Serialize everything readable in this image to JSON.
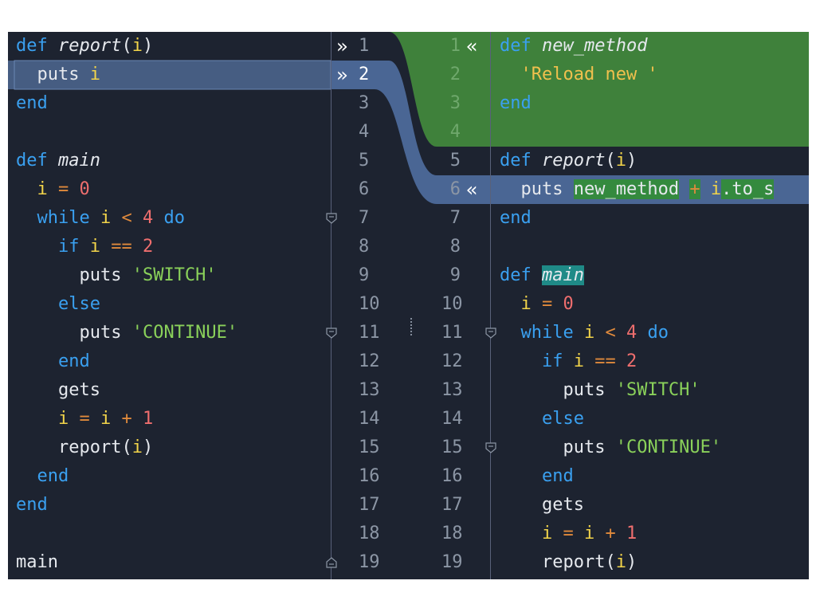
{
  "left_pane": {
    "lines": [
      [
        {
          "t": "def ",
          "c": "kw"
        },
        {
          "t": "report",
          "c": "it"
        },
        {
          "t": "(",
          "c": ""
        },
        {
          "t": "i",
          "c": "var"
        },
        {
          "t": ")",
          "c": ""
        }
      ],
      [
        {
          "t": "  puts ",
          "c": ""
        },
        {
          "t": "i",
          "c": "var"
        }
      ],
      [
        {
          "t": "end",
          "c": "kw"
        }
      ],
      [],
      [
        {
          "t": "def ",
          "c": "kw"
        },
        {
          "t": "main",
          "c": "it"
        }
      ],
      [
        {
          "t": "  ",
          "c": ""
        },
        {
          "t": "i",
          "c": "var"
        },
        {
          "t": " = ",
          "c": "op"
        },
        {
          "t": "0",
          "c": "num"
        }
      ],
      [
        {
          "t": "  while ",
          "c": "kw"
        },
        {
          "t": "i",
          "c": "var"
        },
        {
          "t": " < ",
          "c": "op"
        },
        {
          "t": "4",
          "c": "num"
        },
        {
          "t": " do",
          "c": "kw"
        }
      ],
      [
        {
          "t": "    if ",
          "c": "kw"
        },
        {
          "t": "i",
          "c": "var"
        },
        {
          "t": " == ",
          "c": "op"
        },
        {
          "t": "2",
          "c": "num"
        }
      ],
      [
        {
          "t": "      puts ",
          "c": ""
        },
        {
          "t": "'SWITCH'",
          "c": "str"
        }
      ],
      [
        {
          "t": "    else",
          "c": "kw"
        }
      ],
      [
        {
          "t": "      puts ",
          "c": ""
        },
        {
          "t": "'CONTINUE'",
          "c": "str"
        }
      ],
      [
        {
          "t": "    end",
          "c": "kw"
        }
      ],
      [
        {
          "t": "    gets",
          "c": ""
        }
      ],
      [
        {
          "t": "    ",
          "c": ""
        },
        {
          "t": "i",
          "c": "var"
        },
        {
          "t": " = ",
          "c": "op"
        },
        {
          "t": "i",
          "c": "var"
        },
        {
          "t": " + ",
          "c": "op"
        },
        {
          "t": "1",
          "c": "num"
        }
      ],
      [
        {
          "t": "    report(",
          "c": ""
        },
        {
          "t": "i",
          "c": "var"
        },
        {
          "t": ")",
          "c": ""
        }
      ],
      [
        {
          "t": "  end",
          "c": "kw"
        }
      ],
      [
        {
          "t": "end",
          "c": "kw"
        }
      ],
      [],
      [
        {
          "t": "main",
          "c": ""
        }
      ]
    ]
  },
  "right_pane": {
    "lines": [
      [
        {
          "t": "def ",
          "c": "kw"
        },
        {
          "t": "new_method",
          "c": "it"
        }
      ],
      [
        {
          "t": "  'Reload new '",
          "c": "strR"
        }
      ],
      [
        {
          "t": "end",
          "c": "kw"
        }
      ],
      [],
      [
        {
          "t": "def ",
          "c": "kw"
        },
        {
          "t": "report",
          "c": "it"
        },
        {
          "t": "(",
          "c": ""
        },
        {
          "t": "i",
          "c": "var"
        },
        {
          "t": ")",
          "c": ""
        }
      ],
      [
        {
          "t": "  puts ",
          "c": ""
        },
        {
          "t": "new_method",
          "c": "hl"
        },
        {
          "t": " ",
          "c": ""
        },
        {
          "t": "+",
          "c": "op hl"
        },
        {
          "t": " ",
          "c": ""
        },
        {
          "t": "i",
          "c": "var"
        },
        {
          "t": ".to_s",
          "c": "hl"
        }
      ],
      [
        {
          "t": "end",
          "c": "kw"
        }
      ],
      [],
      [
        {
          "t": "def ",
          "c": "kw"
        },
        {
          "t": "main",
          "c": "it hlm"
        }
      ],
      [
        {
          "t": "  ",
          "c": ""
        },
        {
          "t": "i",
          "c": "var"
        },
        {
          "t": " = ",
          "c": "op"
        },
        {
          "t": "0",
          "c": "num"
        }
      ],
      [
        {
          "t": "  while ",
          "c": "kw"
        },
        {
          "t": "i",
          "c": "var"
        },
        {
          "t": " < ",
          "c": "op"
        },
        {
          "t": "4",
          "c": "num"
        },
        {
          "t": " do",
          "c": "kw"
        }
      ],
      [
        {
          "t": "    if ",
          "c": "kw"
        },
        {
          "t": "i",
          "c": "var"
        },
        {
          "t": " == ",
          "c": "op"
        },
        {
          "t": "2",
          "c": "num"
        }
      ],
      [
        {
          "t": "      puts ",
          "c": ""
        },
        {
          "t": "'SWITCH'",
          "c": "str"
        }
      ],
      [
        {
          "t": "    else",
          "c": "kw"
        }
      ],
      [
        {
          "t": "      puts ",
          "c": ""
        },
        {
          "t": "'CONTINUE'",
          "c": "str"
        }
      ],
      [
        {
          "t": "    end",
          "c": "kw"
        }
      ],
      [
        {
          "t": "    gets",
          "c": ""
        }
      ],
      [
        {
          "t": "    ",
          "c": ""
        },
        {
          "t": "i",
          "c": "var"
        },
        {
          "t": " = ",
          "c": "op"
        },
        {
          "t": "i",
          "c": "var"
        },
        {
          "t": " + ",
          "c": "op"
        },
        {
          "t": "1",
          "c": "num"
        }
      ],
      [
        {
          "t": "    report(",
          "c": ""
        },
        {
          "t": "i",
          "c": "var"
        },
        {
          "t": ")",
          "c": ""
        }
      ]
    ]
  },
  "line_numbers": [
    "1",
    "2",
    "3",
    "4",
    "5",
    "6",
    "7",
    "8",
    "9",
    "10",
    "11",
    "12",
    "13",
    "14",
    "15",
    "16",
    "17",
    "18",
    "19"
  ],
  "change_markers": {
    "right_arrow": "»",
    "left_arrow": "«"
  },
  "icons": {
    "fold": "fold-marker-icon",
    "arrow": "merge-arrow-icon"
  },
  "colors": {
    "background": "#1d2330",
    "added_block": "#3f813b",
    "modified_block": "#4a6694",
    "keyword": "#3aa0f0",
    "variable": "#f2d44a",
    "number": "#ef6e6e",
    "string": "#8ad15a"
  }
}
